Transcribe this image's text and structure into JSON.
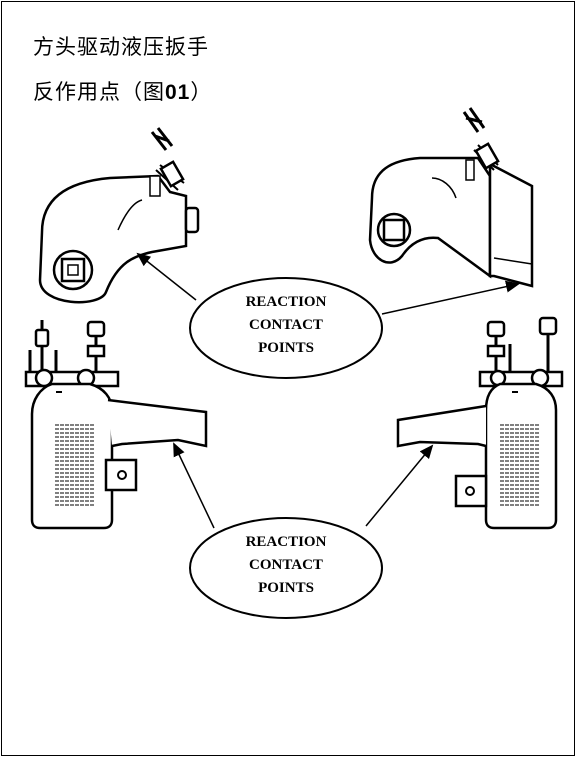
{
  "title": {
    "line1": "方头驱动液压扳手",
    "line2_prefix": "反作用点（图",
    "line2_number": "01",
    "line2_suffix": "）"
  },
  "callouts": [
    {
      "lines": [
        "REACTION",
        "CONTACT",
        "POINTS"
      ]
    },
    {
      "lines": [
        "REACTION",
        "CONTACT",
        "POINTS"
      ]
    }
  ],
  "colors": {
    "ink": "#000000",
    "paper": "#ffffff"
  }
}
